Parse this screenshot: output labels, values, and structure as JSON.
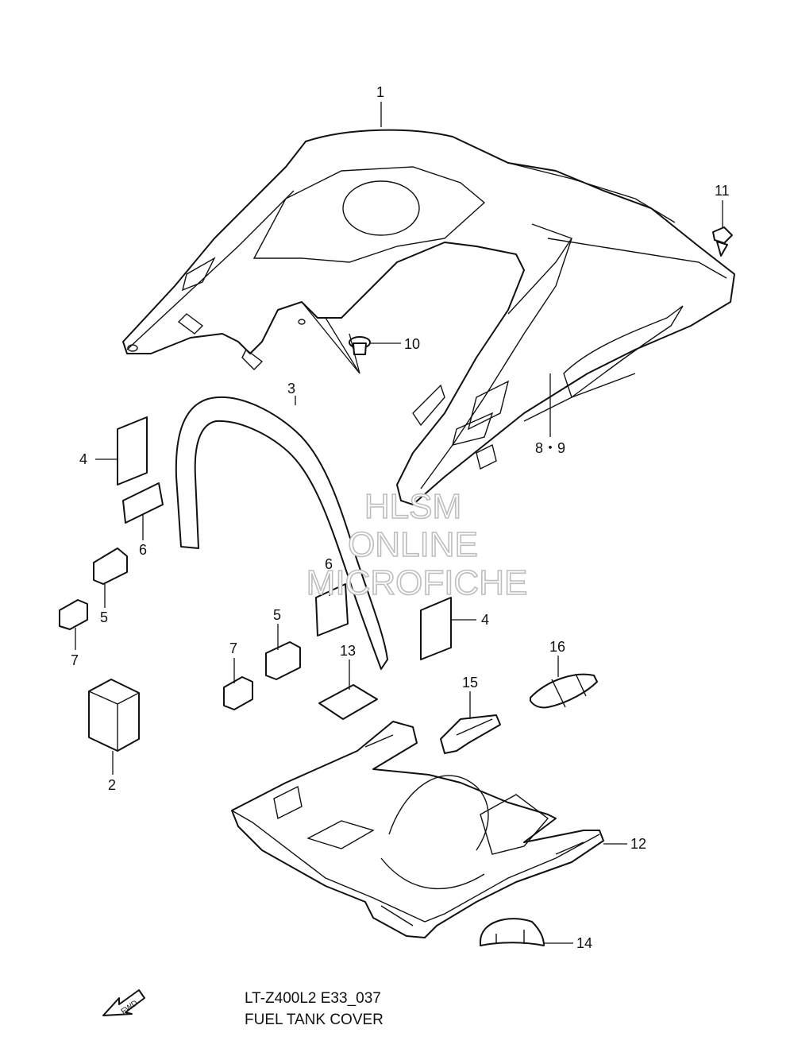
{
  "callouts": {
    "c1": "1",
    "c2": "2",
    "c3": "3",
    "c4a": "4",
    "c4b": "4",
    "c5a": "5",
    "c5b": "5",
    "c6a": "6",
    "c6b": "6",
    "c7a": "7",
    "c7b": "7",
    "c89": "8・9",
    "c10": "10",
    "c11": "11",
    "c12": "12",
    "c13": "13",
    "c14": "14",
    "c15": "15",
    "c16": "16"
  },
  "watermark": {
    "line1": "HLSM",
    "line2": "ONLINE",
    "line3": "MICROFICHE"
  },
  "caption": {
    "code": "LT-Z400L2 E33_037",
    "title": "FUEL TANK COVER"
  },
  "fwd_arrow": {
    "label": "FWD",
    "icon": "fwd-arrow-icon"
  },
  "colors": {
    "line": "#111111",
    "watermark": "#bdbdbd",
    "background": "#ffffff"
  }
}
